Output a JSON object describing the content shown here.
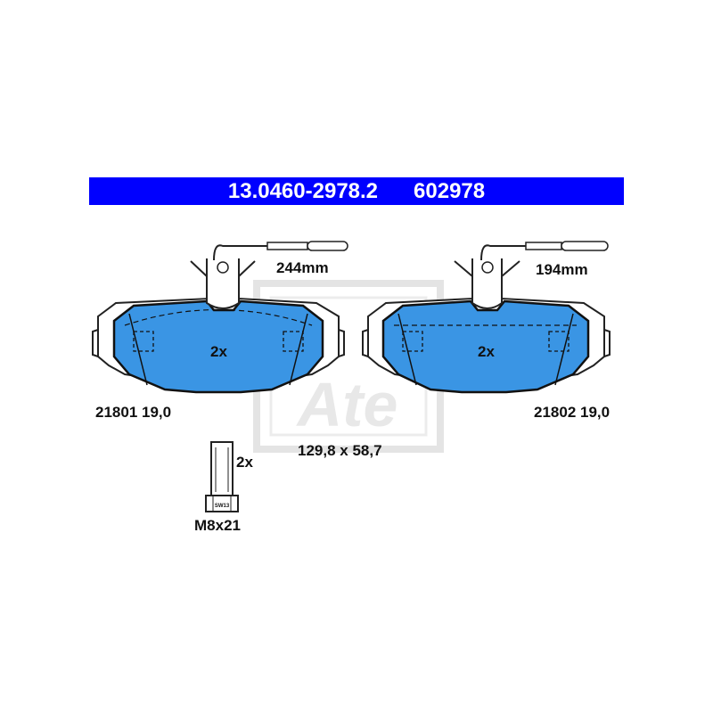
{
  "header": {
    "part_number": "13.0460-2978.2",
    "ref_number": "602978",
    "background": "#0000ff",
    "text_color": "#ffffff"
  },
  "pads": [
    {
      "wire_length": "244mm",
      "quantity": "2x",
      "code_thickness": "21801 19,0",
      "fill_color": "#3a95e4"
    },
    {
      "wire_length": "194mm",
      "quantity": "2x",
      "code_thickness": "21802 19,0",
      "fill_color": "#3a95e4"
    }
  ],
  "dimensions": "129,8 x 58,7",
  "bolt": {
    "quantity": "2x",
    "size": "M8x21",
    "head_label": "SW13"
  },
  "watermark": {
    "logo_text": "Ate"
  }
}
